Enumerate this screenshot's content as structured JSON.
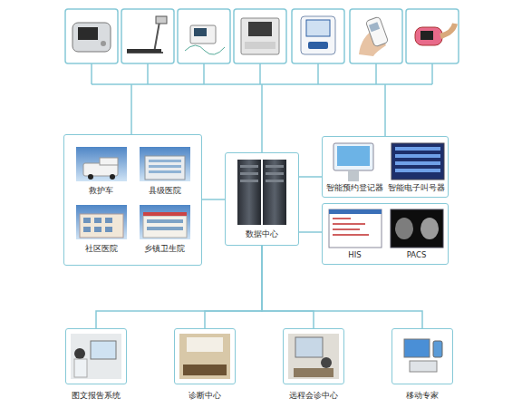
{
  "diagram": {
    "nodes": [
      {
        "text": []
      },
      {
        "text": [
          "救护车"
        ],
        "in": 0
      },
      {
        "text": [
          "县级医院"
        ],
        "in": 0
      },
      {
        "text": [
          "社区医院"
        ],
        "in": 0
      },
      {
        "text": [
          "乡镇卫生院"
        ],
        "in": 0
      },
      {
        "text": [
          "数据中心"
        ]
      },
      {
        "text": []
      },
      {
        "text": [
          "智能预约登记器"
        ],
        "in": 6
      },
      {
        "text": [
          "智能电子叫号器"
        ],
        "in": 6
      },
      {
        "text": []
      },
      {
        "text": [
          "HIS"
        ],
        "in": 9
      },
      {
        "text": [
          "PACS"
        ],
        "in": 9
      },
      {
        "text": [
          "图文报告系统"
        ]
      },
      {
        "text": [
          "诊断中心"
        ]
      },
      {
        "text": [
          "远程会诊中心"
        ]
      },
      {
        "text": [
          "移动专家"
        ]
      }
    ],
    "edges": [
      {
        "from": 5,
        "to": 0,
        "arrow": "none"
      },
      {
        "from": 5,
        "to": 6,
        "arrow": "none"
      },
      {
        "from": 5,
        "to": 9,
        "arrow": "none"
      },
      {
        "from": 5,
        "to": 12,
        "arrow": "none"
      },
      {
        "from": 5,
        "to": 13,
        "arrow": "none"
      },
      {
        "from": 5,
        "to": 14,
        "arrow": "none"
      },
      {
        "from": 5,
        "to": 15,
        "arrow": "none"
      }
    ]
  }
}
